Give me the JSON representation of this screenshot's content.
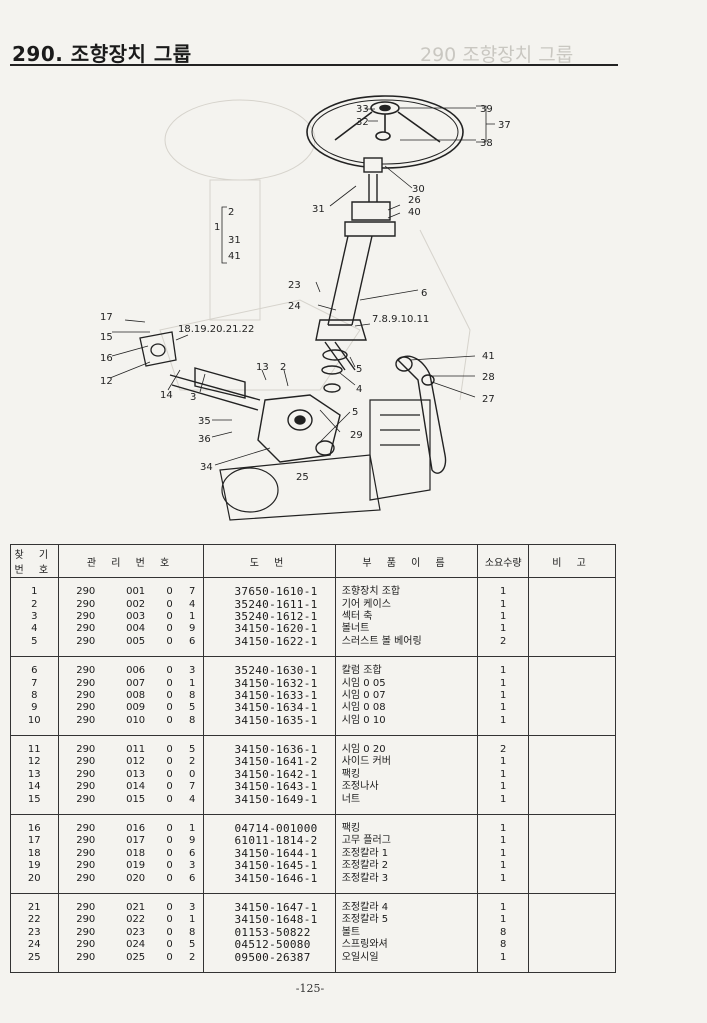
{
  "title": "290. 조향장치 그룹",
  "callouts": [
    "39",
    "37",
    "38",
    "33",
    "32",
    "30",
    "26",
    "40",
    "31",
    "2",
    "1",
    "31",
    "41",
    "23",
    "24",
    "6",
    "17",
    "15",
    "16",
    "12",
    "18.19.20.21.22",
    "7.8.9.10.11",
    "14",
    "3",
    "13",
    "2",
    "5",
    "4",
    "41",
    "28",
    "27",
    "35",
    "36",
    "5",
    "29",
    "34",
    "25"
  ],
  "table": {
    "headers": {
      "no": "찾 기 번 호",
      "mgmt": "관 리 번 호",
      "part_no": "도 번",
      "name": "부 품 이 름",
      "qty": "소요수량",
      "remark": "비 고"
    },
    "rows": [
      {
        "no": "1",
        "a": "290",
        "b": "001",
        "c": "0",
        "d": "7",
        "pn": "37650-1610-1",
        "name": "조향장치 조합",
        "qty": "1"
      },
      {
        "no": "2",
        "a": "290",
        "b": "002",
        "c": "0",
        "d": "4",
        "pn": "35240-1611-1",
        "name": "기어 케이스",
        "qty": "1"
      },
      {
        "no": "3",
        "a": "290",
        "b": "003",
        "c": "0",
        "d": "1",
        "pn": "35240-1612-1",
        "name": "섹터 축",
        "qty": "1"
      },
      {
        "no": "4",
        "a": "290",
        "b": "004",
        "c": "0",
        "d": "9",
        "pn": "34150-1620-1",
        "name": "볼너트",
        "qty": "1"
      },
      {
        "no": "5",
        "a": "290",
        "b": "005",
        "c": "0",
        "d": "6",
        "pn": "34150-1622-1",
        "name": "스러스트 볼 베어링",
        "qty": "2"
      },
      {
        "no": "6",
        "a": "290",
        "b": "006",
        "c": "0",
        "d": "3",
        "pn": "35240-1630-1",
        "name": "칼럼 조합",
        "qty": "1"
      },
      {
        "no": "7",
        "a": "290",
        "b": "007",
        "c": "0",
        "d": "1",
        "pn": "34150-1632-1",
        "name": "시임 0 05",
        "qty": "1"
      },
      {
        "no": "8",
        "a": "290",
        "b": "008",
        "c": "0",
        "d": "8",
        "pn": "34150-1633-1",
        "name": "시임 0 07",
        "qty": "1"
      },
      {
        "no": "9",
        "a": "290",
        "b": "009",
        "c": "0",
        "d": "5",
        "pn": "34150-1634-1",
        "name": "시임 0 08",
        "qty": "1"
      },
      {
        "no": "10",
        "a": "290",
        "b": "010",
        "c": "0",
        "d": "8",
        "pn": "34150-1635-1",
        "name": "시임 0 10",
        "qty": "1"
      },
      {
        "no": "11",
        "a": "290",
        "b": "011",
        "c": "0",
        "d": "5",
        "pn": "34150-1636-1",
        "name": "시임 0 20",
        "qty": "2"
      },
      {
        "no": "12",
        "a": "290",
        "b": "012",
        "c": "0",
        "d": "2",
        "pn": "34150-1641-2",
        "name": "사이드 커버",
        "qty": "1"
      },
      {
        "no": "13",
        "a": "290",
        "b": "013",
        "c": "0",
        "d": "0",
        "pn": "34150-1642-1",
        "name": "팩킹",
        "qty": "1"
      },
      {
        "no": "14",
        "a": "290",
        "b": "014",
        "c": "0",
        "d": "7",
        "pn": "34150-1643-1",
        "name": "조정나사",
        "qty": "1"
      },
      {
        "no": "15",
        "a": "290",
        "b": "015",
        "c": "0",
        "d": "4",
        "pn": "34150-1649-1",
        "name": "너트",
        "qty": "1"
      },
      {
        "no": "16",
        "a": "290",
        "b": "016",
        "c": "0",
        "d": "1",
        "pn": "04714-001000",
        "name": "팩킹",
        "qty": "1"
      },
      {
        "no": "17",
        "a": "290",
        "b": "017",
        "c": "0",
        "d": "9",
        "pn": "61011-1814-2",
        "name": "고무 플러그",
        "qty": "1"
      },
      {
        "no": "18",
        "a": "290",
        "b": "018",
        "c": "0",
        "d": "6",
        "pn": "34150-1644-1",
        "name": "조정칼라 1",
        "qty": "1"
      },
      {
        "no": "19",
        "a": "290",
        "b": "019",
        "c": "0",
        "d": "3",
        "pn": "34150-1645-1",
        "name": "조정칼라 2",
        "qty": "1"
      },
      {
        "no": "20",
        "a": "290",
        "b": "020",
        "c": "0",
        "d": "6",
        "pn": "34150-1646-1",
        "name": "조정칼라 3",
        "qty": "1"
      },
      {
        "no": "21",
        "a": "290",
        "b": "021",
        "c": "0",
        "d": "3",
        "pn": "34150-1647-1",
        "name": "조정칼라 4",
        "qty": "1"
      },
      {
        "no": "22",
        "a": "290",
        "b": "022",
        "c": "0",
        "d": "1",
        "pn": "34150-1648-1",
        "name": "조정칼라 5",
        "qty": "1"
      },
      {
        "no": "23",
        "a": "290",
        "b": "023",
        "c": "0",
        "d": "8",
        "pn": "01153-50822",
        "name": "볼트",
        "qty": "8"
      },
      {
        "no": "24",
        "a": "290",
        "b": "024",
        "c": "0",
        "d": "5",
        "pn": "04512-50080",
        "name": "스프링와셔",
        "qty": "8"
      },
      {
        "no": "25",
        "a": "290",
        "b": "025",
        "c": "0",
        "d": "2",
        "pn": "09500-26387",
        "name": "오일시일",
        "qty": "1"
      }
    ]
  },
  "page_number": "-125-"
}
